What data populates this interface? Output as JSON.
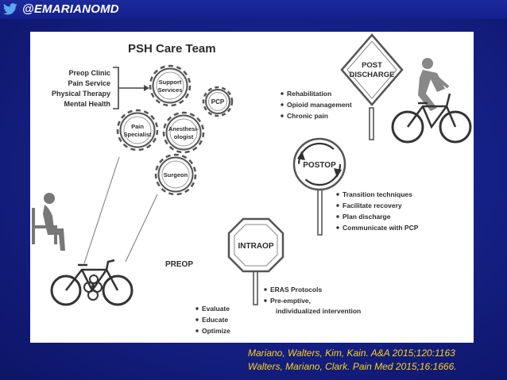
{
  "header": {
    "handle": "@EMARIANOMD",
    "icon": "twitter-bird-icon"
  },
  "diagram": {
    "title": "PSH Care Team",
    "team_members": [
      "Preop Clinic",
      "Pain Service",
      "Physical Therapy",
      "Mental Health"
    ],
    "gears": {
      "support_services": [
        "Support",
        "Services"
      ],
      "pcp": "PCP",
      "pain_specialist": [
        "Pain",
        "Specialist"
      ],
      "anesthesiologist": [
        "Anesthesi-",
        "ologist"
      ],
      "surgeon": "Surgeon"
    },
    "signs": {
      "post_discharge": [
        "POST",
        "DISCHARGE"
      ],
      "postop": "POSTOP",
      "intraop": "INTRAOP"
    },
    "post_discharge_items": [
      "Rehabilitation",
      "Opioid management",
      "Chronic pain"
    ],
    "postop_items": [
      "Transition techniques",
      "Facilitate recovery",
      "Plan discharge",
      "Communicate with PCP"
    ],
    "intraop_items": [
      "ERAS Protocols",
      "Pre-emptive,",
      "individualized intervention"
    ],
    "preop_label": "PREOP",
    "preop_items": [
      "Evaluate",
      "Educate",
      "Optimize"
    ]
  },
  "citations": [
    "Mariano, Walters, Kim, Kain. A&A 2015;120:1163",
    "Walters, Mariano, Clark. Pain Med 2015;16:1666."
  ],
  "colors": {
    "background": "#16228a",
    "citation": "#ffd21e",
    "panel": "#ffffff"
  }
}
